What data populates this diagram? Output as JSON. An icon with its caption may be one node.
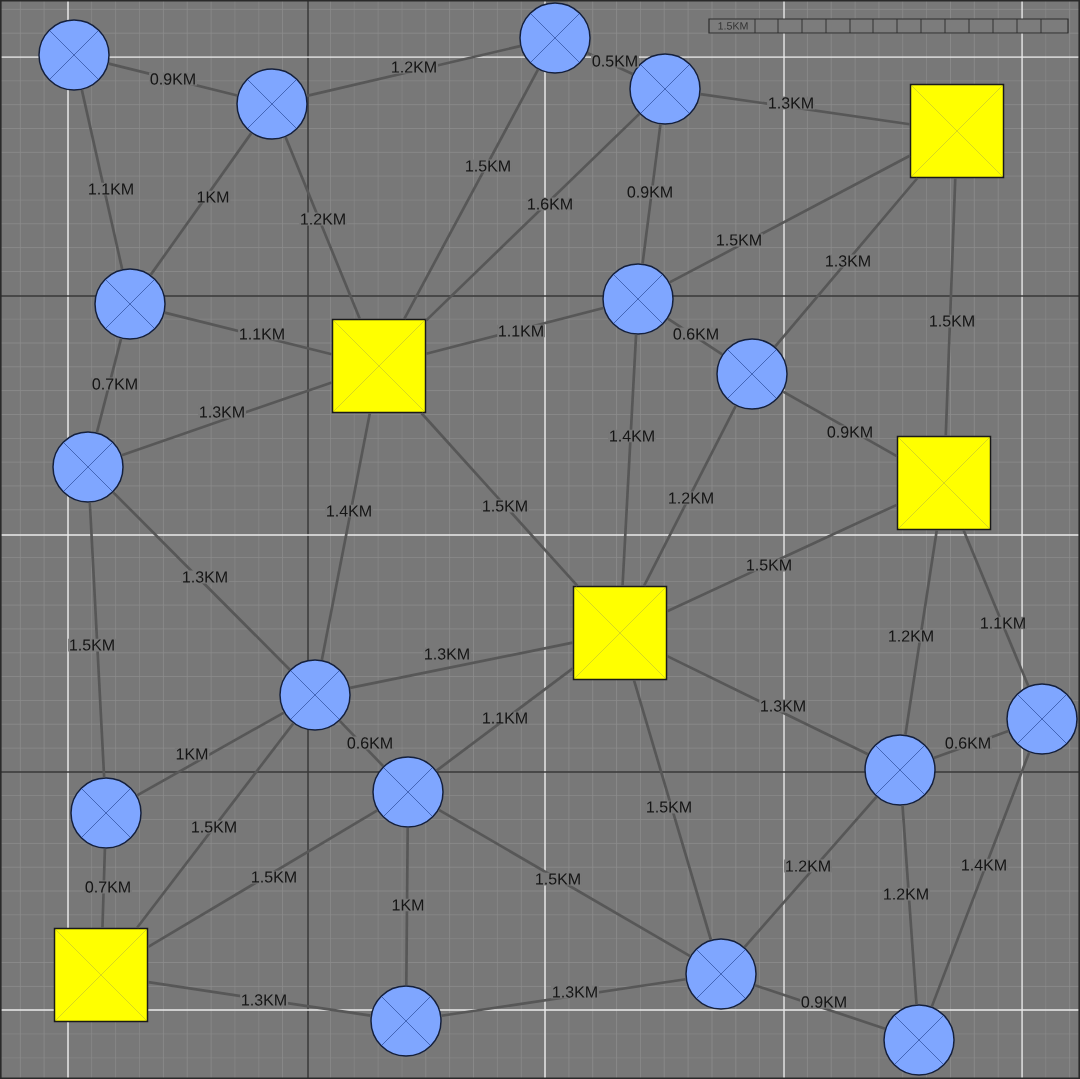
{
  "diagram": {
    "nodes": [
      {
        "text": [],
        "shape": "circle"
      },
      {
        "text": [],
        "shape": "circle"
      },
      {
        "text": [],
        "shape": "circle"
      },
      {
        "text": [],
        "shape": "circle"
      },
      {
        "text": [],
        "shape": "box"
      },
      {
        "text": [],
        "shape": "circle"
      },
      {
        "text": [],
        "shape": "circle"
      },
      {
        "text": [],
        "shape": "box"
      },
      {
        "text": [],
        "shape": "circle"
      },
      {
        "text": [],
        "shape": "circle"
      },
      {
        "text": [],
        "shape": "box"
      },
      {
        "text": [],
        "shape": "box"
      },
      {
        "text": [],
        "shape": "circle"
      },
      {
        "text": [],
        "shape": "circle"
      },
      {
        "text": [],
        "shape": "circle"
      },
      {
        "text": [],
        "shape": "circle"
      },
      {
        "text": [],
        "shape": "circle"
      },
      {
        "text": [],
        "shape": "circle"
      },
      {
        "text": [],
        "shape": "box"
      },
      {
        "text": [],
        "shape": "circle"
      },
      {
        "text": [],
        "shape": "circle"
      }
    ],
    "edges": [
      {
        "from": 1,
        "to": 3,
        "arrow": "none",
        "label": "0.9KM"
      },
      {
        "from": 3,
        "to": 0,
        "arrow": "none",
        "label": "1.2KM"
      },
      {
        "from": 0,
        "to": 2,
        "arrow": "none",
        "label": "0.5KM"
      },
      {
        "from": 2,
        "to": 4,
        "arrow": "none",
        "label": "1.3KM"
      },
      {
        "from": 1,
        "to": 6,
        "arrow": "none",
        "label": "1.1KM"
      },
      {
        "from": 3,
        "to": 6,
        "arrow": "none",
        "label": "1KM"
      },
      {
        "from": 3,
        "to": 7,
        "arrow": "none",
        "label": "1.2KM"
      },
      {
        "from": 0,
        "to": 7,
        "arrow": "none",
        "label": "1.5KM"
      },
      {
        "from": 2,
        "to": 7,
        "arrow": "none",
        "label": "1.6KM"
      },
      {
        "from": 2,
        "to": 5,
        "arrow": "none",
        "label": "0.9KM"
      },
      {
        "from": 5,
        "to": 4,
        "arrow": "none",
        "label": "1.5KM"
      },
      {
        "from": 8,
        "to": 4,
        "arrow": "none",
        "label": "1.3KM"
      },
      {
        "from": 4,
        "to": 10,
        "arrow": "none",
        "label": "1.5KM"
      },
      {
        "from": 6,
        "to": 7,
        "arrow": "none",
        "label": "1.1KM"
      },
      {
        "from": 7,
        "to": 5,
        "arrow": "none",
        "label": "1.1KM"
      },
      {
        "from": 5,
        "to": 8,
        "arrow": "none",
        "label": "0.6KM"
      },
      {
        "from": 6,
        "to": 9,
        "arrow": "none",
        "label": "0.7KM"
      },
      {
        "from": 9,
        "to": 7,
        "arrow": "none",
        "label": "1.3KM"
      },
      {
        "from": 8,
        "to": 10,
        "arrow": "none",
        "label": "0.9KM"
      },
      {
        "from": 7,
        "to": 12,
        "arrow": "none",
        "label": "1.4KM"
      },
      {
        "from": 7,
        "to": 11,
        "arrow": "none",
        "label": "1.5KM"
      },
      {
        "from": 5,
        "to": 11,
        "arrow": "none",
        "label": "1.4KM"
      },
      {
        "from": 8,
        "to": 11,
        "arrow": "none",
        "label": "1.2KM"
      },
      {
        "from": 10,
        "to": 11,
        "arrow": "none",
        "label": "1.5KM"
      },
      {
        "from": 9,
        "to": 12,
        "arrow": "none",
        "label": "1.3KM"
      },
      {
        "from": 9,
        "to": 16,
        "arrow": "none",
        "label": "1.5KM"
      },
      {
        "from": 10,
        "to": 14,
        "arrow": "none",
        "label": "1.2KM"
      },
      {
        "from": 10,
        "to": 13,
        "arrow": "none",
        "label": "1.1KM"
      },
      {
        "from": 12,
        "to": 11,
        "arrow": "none",
        "label": "1.3KM"
      },
      {
        "from": 15,
        "to": 11,
        "arrow": "none",
        "label": "1.1KM"
      },
      {
        "from": 11,
        "to": 14,
        "arrow": "none",
        "label": "1.3KM"
      },
      {
        "from": 12,
        "to": 16,
        "arrow": "none",
        "label": "1KM"
      },
      {
        "from": 12,
        "to": 15,
        "arrow": "none",
        "label": "0.6KM"
      },
      {
        "from": 12,
        "to": 18,
        "arrow": "none",
        "label": "1.5KM"
      },
      {
        "from": 15,
        "to": 18,
        "arrow": "none",
        "label": "1.5KM"
      },
      {
        "from": 14,
        "to": 13,
        "arrow": "none",
        "label": "0.6KM"
      },
      {
        "from": 11,
        "to": 17,
        "arrow": "none",
        "label": "1.5KM"
      },
      {
        "from": 15,
        "to": 19,
        "arrow": "none",
        "label": "1KM"
      },
      {
        "from": 15,
        "to": 17,
        "arrow": "none",
        "label": "1.5KM"
      },
      {
        "from": 17,
        "to": 14,
        "arrow": "none",
        "label": "1.2KM"
      },
      {
        "from": 14,
        "to": 20,
        "arrow": "none",
        "label": "1.2KM"
      },
      {
        "from": 13,
        "to": 20,
        "arrow": "none",
        "label": "1.4KM"
      },
      {
        "from": 18,
        "to": 19,
        "arrow": "none",
        "label": "1.3KM"
      },
      {
        "from": 19,
        "to": 17,
        "arrow": "none",
        "label": "1.3KM"
      },
      {
        "from": 17,
        "to": 20,
        "arrow": "none",
        "label": "0.9KM"
      },
      {
        "from": 16,
        "to": 18,
        "arrow": "none",
        "label": "0.7KM"
      }
    ],
    "labels": [
      "1.5KM"
    ]
  }
}
